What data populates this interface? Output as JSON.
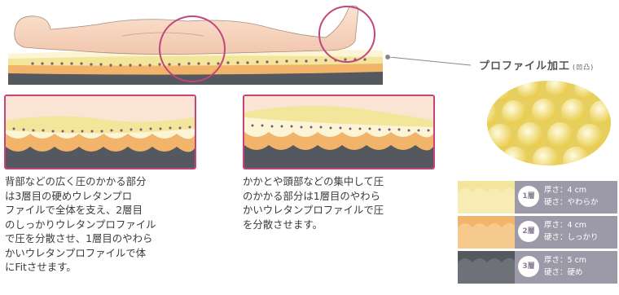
{
  "callout": {
    "title": "プロファイル加工",
    "note": "(凹凸)"
  },
  "descriptions": {
    "back": [
      "背部などの広く圧のかかる部分",
      "は3層目の硬めウレタンプロ",
      "ファイルで全体を支え、2層目",
      "のしっかりウレタンプロファイル",
      "で圧を分散させ、1層目のやわら",
      "かいウレタンプロファイルで体",
      "にFitさせます。"
    ],
    "heel": [
      "かかとや頭部などの集中して圧",
      "のかかる部分は1層目のやわら",
      "かいウレタンプロファイルで圧",
      "を分散させます。"
    ]
  },
  "layers": [
    {
      "badge": "1層",
      "thickness": "厚さ：4 cm",
      "hardness": "硬さ：やわらか"
    },
    {
      "badge": "2層",
      "thickness": "厚さ：4 cm",
      "hardness": "硬さ：しっかり"
    },
    {
      "badge": "3層",
      "thickness": "厚さ：5 cm",
      "hardness": "硬さ：硬め"
    }
  ],
  "colors": {
    "accent": "#c2457e",
    "layer1": "#f3e59a",
    "layer2": "#f1b46a",
    "layer3": "#55585e",
    "legend_bg": "#9c9aa8"
  }
}
